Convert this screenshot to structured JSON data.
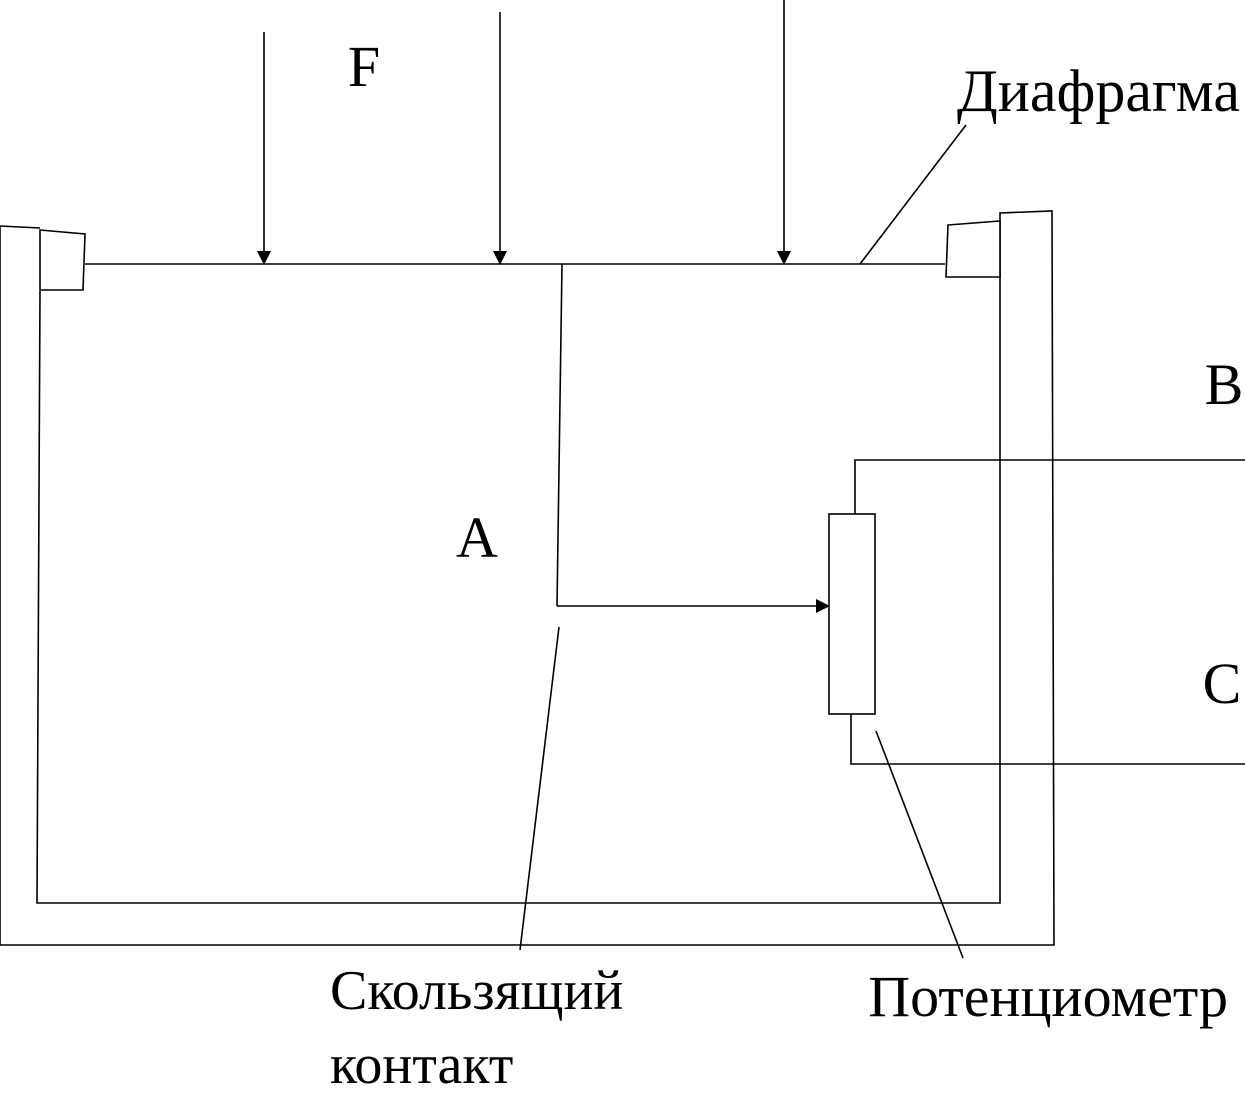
{
  "labels": {
    "force": "F",
    "diaphragm": "Диафрагма",
    "point_a": "A",
    "terminal_b": "B",
    "terminal_c": "C",
    "sliding_contact_line1": "Скользящий",
    "sliding_contact_line2": "контакт",
    "potentiometer": "Потенциометр"
  }
}
